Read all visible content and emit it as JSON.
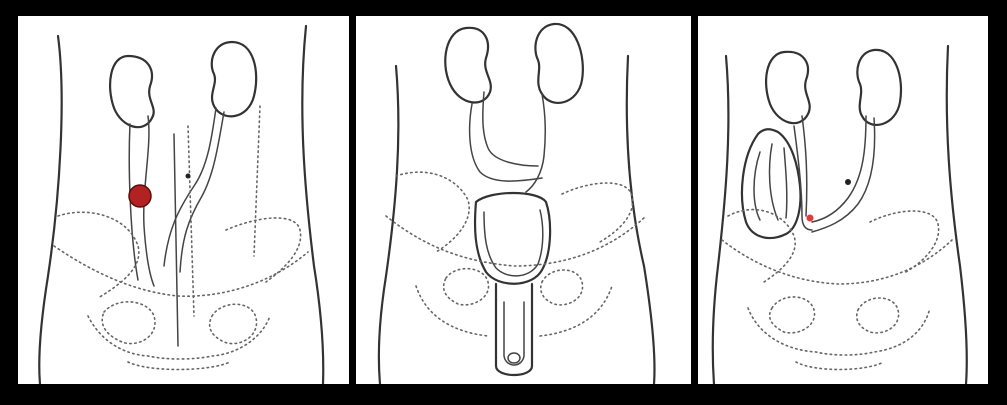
{
  "figure": {
    "panels": [
      {
        "id": "panel-1",
        "marker_color": "#b22222",
        "marker_kind": "lesion"
      },
      {
        "id": "panel-2",
        "marker_color": "",
        "marker_kind": "none"
      },
      {
        "id": "panel-3",
        "marker_color": "#e23b3b",
        "marker_kind": "anastomosis-point"
      }
    ],
    "colors": {
      "background": "#ffffff",
      "border": "#000000",
      "ink": "#333333",
      "pelvis_dots": "#666666"
    }
  }
}
